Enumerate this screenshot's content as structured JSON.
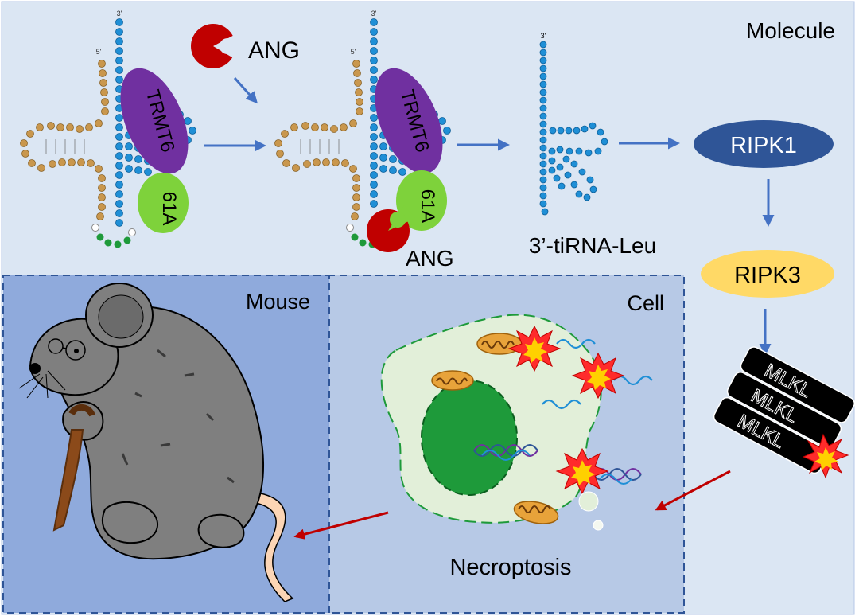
{
  "labels": {
    "molecule": "Molecule",
    "mouse": "Mouse",
    "cell": "Cell",
    "necroptosis": "Necroptosis",
    "ang_top": "ANG",
    "ang_bottom": "ANG",
    "trmt6_left": "TRMT6",
    "trmt6_right": "TRMT6",
    "trmt61a_left": "61A",
    "trmt61a_right": "61A",
    "tirna": "3’-tiRNA-Leu",
    "ripk1": "RIPK1",
    "ripk3": "RIPK3",
    "mlkl": "MLKL",
    "prime3_a": "3'",
    "prime3_b": "3'",
    "prime3_c": "3'",
    "prime5_a": "5'",
    "prime5_b": "5'"
  },
  "colors": {
    "molecule_bg": "#dbe6f3",
    "cell_bg": "#b7c9e6",
    "mouse_bg": "#8faadc",
    "trmt6": "#7030a0",
    "trmt61a": "#7ed23b",
    "ang": "#c00000",
    "ripk1": "#2f5597",
    "ripk3": "#ffd966",
    "rna_blue": "#1f8fd6",
    "rna_orange": "#c9974d",
    "rna_green": "#1e9a3a",
    "arrow_blue": "#4472c4",
    "arrow_red": "#c00000"
  }
}
